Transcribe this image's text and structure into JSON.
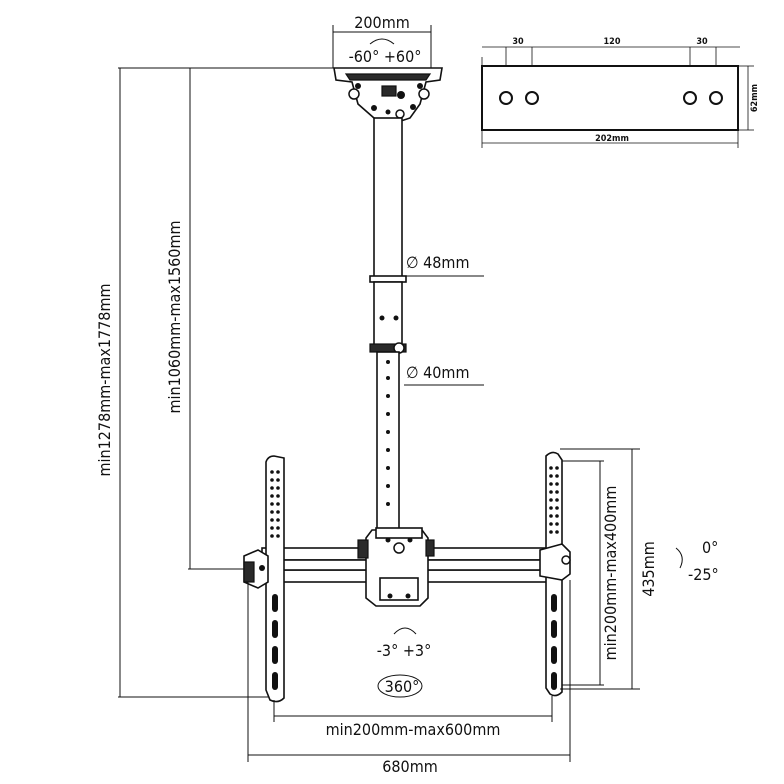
{
  "labels": {
    "top_width": "200mm",
    "swivel": "-60° +60°",
    "pole_diameter_upper": "∅ 48mm",
    "pole_diameter_lower": "∅ 40mm",
    "overall_height": "min1278mm-max1778mm",
    "pole_height": "min1060mm-max1560mm",
    "vesa_vertical": "min200mm-max400mm",
    "bracket_height": "435mm",
    "tilt_top": "0°",
    "tilt_bottom": "-25°",
    "roll": "-3° +3°",
    "rotation": "360°",
    "vesa_horizontal": "min200mm-max600mm",
    "overall_width": "680mm"
  },
  "plate_detail": {
    "left_offset": "30",
    "hole_spacing": "120",
    "right_offset": "30",
    "height": "62mm",
    "width": "202mm"
  }
}
